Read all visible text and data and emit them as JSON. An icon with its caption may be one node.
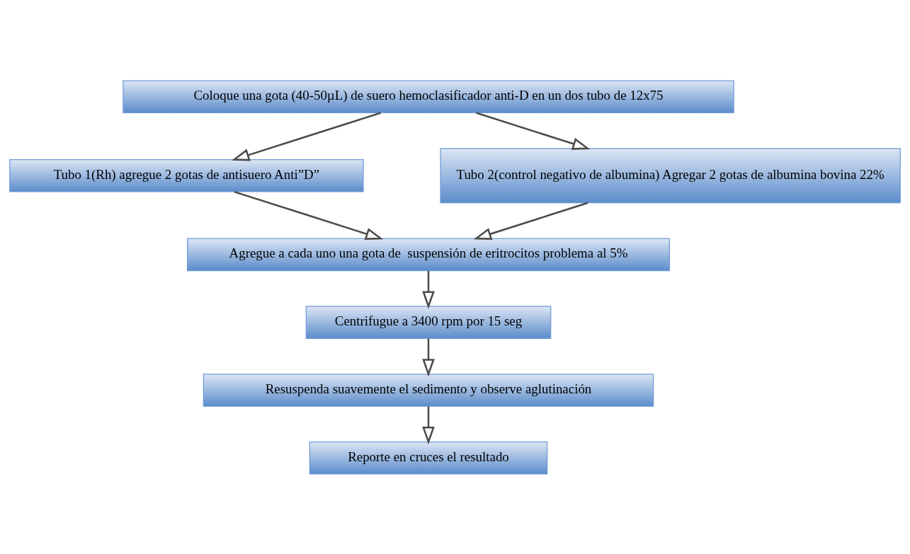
{
  "diagram": {
    "nodes": [
      {
        "text": [
          "Coloque una gota (40-50µL) de suero hemoclasificador anti-D en un dos tubo de 12x75"
        ]
      },
      {
        "text": [
          "Tubo 1(Rh) agregue 2 gotas de antisuero Anti”D”"
        ]
      },
      {
        "text": [
          "Tubo 2(control negativo de albumina) Agregar 2 gotas de albumina bovina 22%"
        ]
      },
      {
        "text": [
          "Agregue a cada uno una gota de  suspensión de eritrocitos problema al 5%"
        ]
      },
      {
        "text": [
          "Centrifugue a 3400 rpm por 15 seg"
        ]
      },
      {
        "text": [
          "Resuspenda suavemente el sedimento y observe aglutinación"
        ]
      },
      {
        "text": [
          "Reporte en cruces el resultado"
        ]
      }
    ],
    "edges": [
      {
        "from": 0,
        "to": 1,
        "arrow": "to"
      },
      {
        "from": 0,
        "to": 2,
        "arrow": "to"
      },
      {
        "from": 1,
        "to": 3,
        "arrow": "to"
      },
      {
        "from": 2,
        "to": 3,
        "arrow": "to"
      },
      {
        "from": 3,
        "to": 4,
        "arrow": "to"
      },
      {
        "from": 4,
        "to": 5,
        "arrow": "to"
      },
      {
        "from": 5,
        "to": 6,
        "arrow": "to"
      }
    ]
  }
}
